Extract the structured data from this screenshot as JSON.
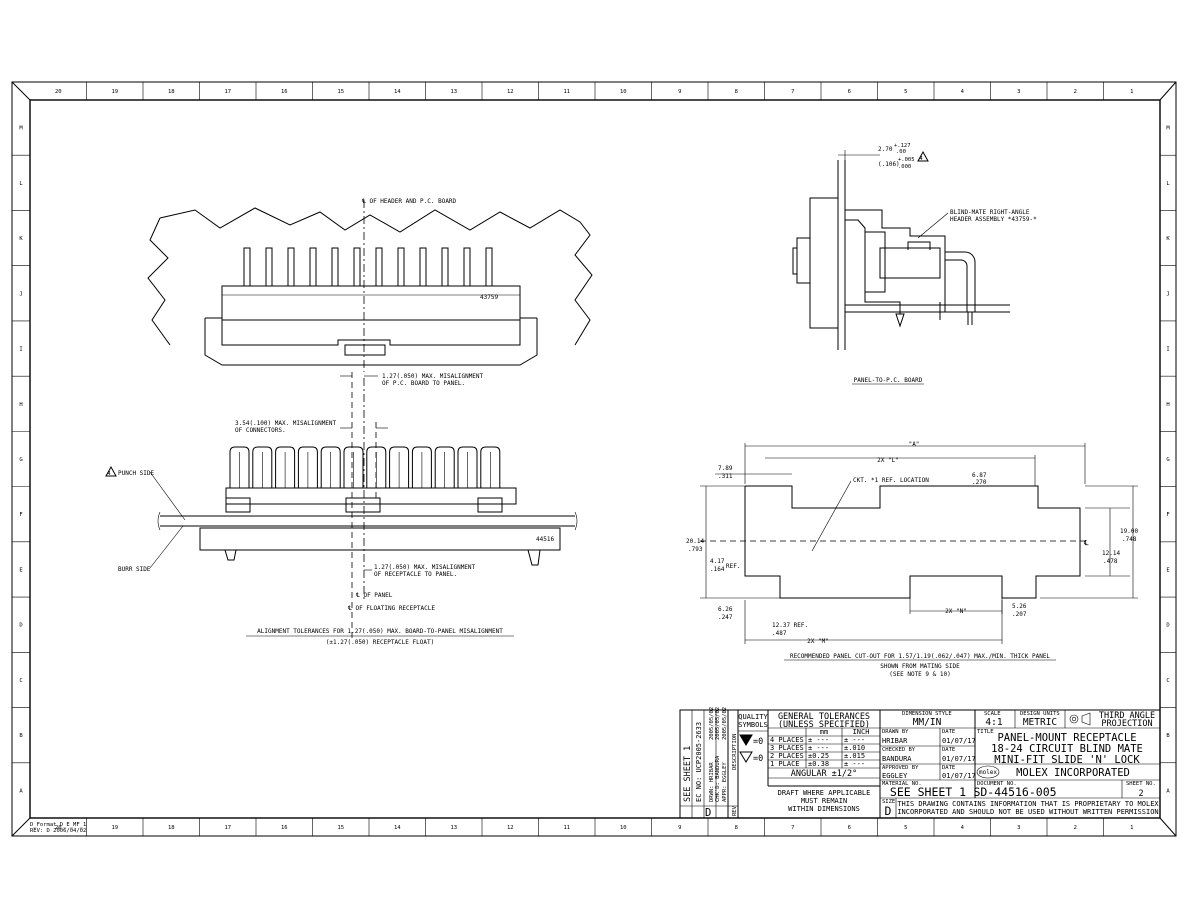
{
  "zones": {
    "top": [
      "20",
      "19",
      "18",
      "17",
      "16",
      "15",
      "14",
      "13",
      "12",
      "11",
      "10",
      "9",
      "8",
      "7",
      "6",
      "5",
      "4",
      "3",
      "2",
      "1"
    ],
    "bottom": [
      "20",
      "19",
      "18",
      "17",
      "16",
      "15",
      "14",
      "13",
      "12",
      "11",
      "10",
      "9",
      "8",
      "7",
      "6",
      "5",
      "4",
      "3",
      "2",
      "1"
    ],
    "left": [
      "M",
      "L",
      "K",
      "J",
      "I",
      "H",
      "G",
      "F",
      "E",
      "D",
      "C",
      "B",
      "A"
    ],
    "right": [
      "M",
      "L",
      "K",
      "J",
      "I",
      "H",
      "G",
      "F",
      "E",
      "D",
      "C",
      "B",
      "A"
    ]
  },
  "view_top_left": {
    "centerline_label": "℄ OF HEADER AND P.C. BOARD",
    "part_label": "43759",
    "misalign_pcb_1": "1.27(.050) MAX. MISALIGNMENT",
    "misalign_pcb_2": "OF P.C. BOARD TO PANEL."
  },
  "view_bottom_left": {
    "misalign_conn_1": "3.54(.100) MAX. MISALIGNMENT",
    "misalign_conn_2": "OF CONNECTORS.",
    "punch_side": "PUNCH SIDE",
    "burr_side": "BURR SIDE",
    "part_label": "44516",
    "recept_misalign_1": "1.27(.050) MAX. MISALIGNMENT",
    "recept_misalign_2": "OF RECEPTACLE TO PANEL.",
    "cl_panel": "℄ OF PANEL",
    "cl_floating": "℄ OF FLOATING RECEPTACLE",
    "caption_1": "ALIGNMENT TOLERANCES FOR 1.27(.050) MAX. BOARD-TO-PANEL MISALIGNMENT",
    "caption_2": "(±1.27(.050) RECEPTACLE FLOAT)"
  },
  "view_top_right": {
    "dim_1": "2.70",
    "dim_1_tol_plus": "+.127",
    "dim_1_tol_minus": ".00",
    "dim_2": "(.106)",
    "dim_2_tol_plus": "+.005",
    "dim_2_tol_minus": ".000",
    "note_flag": "4",
    "header_label_1": "BLIND-MATE RIGHT-ANGLE",
    "header_label_2": "HEADER ASSEMBLY *43759-*",
    "caption": "PANEL-TO-P.C. BOARD"
  },
  "view_bottom_right": {
    "dim_A": "\"A\"",
    "dim_2xL": "2X \"L\"",
    "dim_769": "7.89",
    "dim_311": ".311",
    "dim_687": "6.87",
    "dim_270": ".270",
    "ckt1_label": "CKT. *1 REF. LOCATION",
    "dim_2014": "20.14",
    "dim_793": ".793",
    "dim_417": "4.17",
    "dim_164": ".164",
    "ref_1": "REF.",
    "cl_mark": "℄",
    "dim_1900": "19.00",
    "dim_748": ".748",
    "dim_1214": "12.14",
    "dim_478": ".478",
    "dim_626": "6.26",
    "dim_247": ".247",
    "dim_2xN": "2X \"N\"",
    "dim_526": "5.26",
    "dim_207": ".207",
    "dim_1237": "12.37 REF.",
    "dim_487": ".487",
    "dim_2xM": "2X \"M\"",
    "caption_1": "RECOMMENDED PANEL CUT-OUT FOR 1.57/1.19(.062/.047) MAX./MIN. THICK PANEL",
    "caption_2": "SHOWN FROM MATING SIDE",
    "caption_3": "(SEE NOTE 9 & 10)"
  },
  "revision_block": {
    "col1": "SEE SHEET 1",
    "col2": "EC NO: UCP2005-2633",
    "col3_a": "DRWN: HRIBAR",
    "col3_b": "2005/05/02",
    "col4_a": "CHK'D: BANDURA",
    "col4_b": "2005/05/02",
    "col5_a": "APPR: EGGLEY",
    "col5_b": "2005/05/02",
    "rev": "D",
    "description_label": "DESCRIPTION",
    "rev_label": "REV"
  },
  "quality": {
    "title_1": "QUALITY",
    "title_2": "SYMBOLS",
    "sym1_val": "=0",
    "sym2_val": "=0"
  },
  "tolerances": {
    "title_1": "GENERAL TOLERANCES",
    "title_2": "(UNLESS SPECIFIED)",
    "col_mm": "mm",
    "col_inch": "INCH",
    "rows": [
      {
        "label": "4 PLACES",
        "mm": "± ---",
        "inch": "± ---"
      },
      {
        "label": "3 PLACES",
        "mm": "± ---",
        "inch": "±.010"
      },
      {
        "label": "2 PLACES",
        "mm": "±0.25",
        "inch": "±.015"
      },
      {
        "label": "1 PLACE",
        "mm": "±0.38",
        "inch": "± ---"
      }
    ],
    "angular": "ANGULAR ±1/2°",
    "draft_1": "DRAFT WHERE APPLICABLE",
    "draft_2": "MUST REMAIN",
    "draft_3": "WITHIN DIMENSIONS"
  },
  "title_block": {
    "dim_style_label": "DIMENSION STYLE",
    "dim_style": "MM/IN",
    "scale_label": "SCALE",
    "scale": "4:1",
    "design_units_label": "DESIGN UNITS",
    "design_units": "METRIC",
    "projection_1": "THIRD ANGLE",
    "projection_2": "PROJECTION",
    "drawn_by_label": "DRAWN BY",
    "drawn_by": "HRIBAR",
    "drawn_date": "01/07/17",
    "date_label": "DATE",
    "checked_by_label": "CHECKED BY",
    "checked_by": "BANDURA",
    "checked_date": "01/07/17",
    "approved_by_label": "APPROVED BY",
    "approved_by": "EGGLEY",
    "approved_date": "01/07/17",
    "material_label": "MATERIAL NO.",
    "material": "SEE SHEET 1",
    "title_label": "TITLE",
    "title_1": "PANEL-MOUNT RECEPTACLE",
    "title_2": "18-24 CIRCUIT BLIND MATE",
    "title_3": "MINI-FIT SLIDE 'N' LOCK",
    "logo": "molex",
    "company": "MOLEX INCORPORATED",
    "doc_no_label": "DOCUMENT NO.",
    "doc_no": "SD-44516-005",
    "sheet_label": "SHEET NO.",
    "sheet": "2",
    "size_label": "SIZE",
    "size": "D",
    "proprietary_1": "THIS DRAWING CONTAINS INFORMATION THAT IS PROPRIETARY TO MOLEX",
    "proprietary_2": "INCORPORATED AND SHOULD NOT BE USED WITHOUT WRITTEN PERMISSION"
  },
  "footer": {
    "format_1": "D_Format_D_E_MF_1",
    "format_2": "REV: D  2006/04/02"
  }
}
